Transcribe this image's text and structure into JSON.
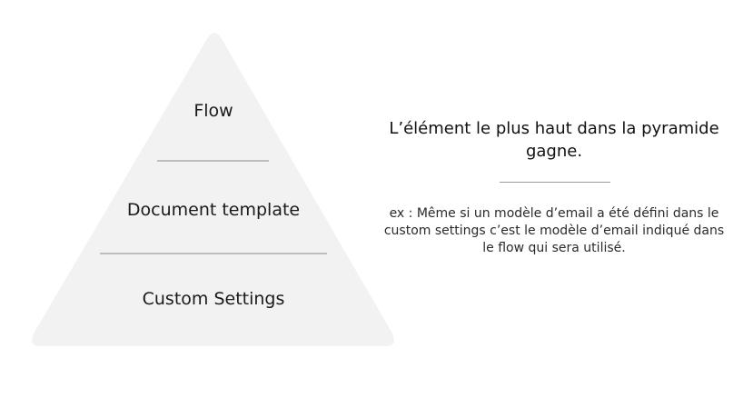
{
  "pyramid": {
    "fill_color": "#f2f2f2",
    "divider_color": "#8a8a8a",
    "tiers": [
      {
        "label": "Flow"
      },
      {
        "label": "Document template"
      },
      {
        "label": "Custom Settings"
      }
    ]
  },
  "side_panel": {
    "headline": "L’élément le plus haut dans la pyramide gagne.",
    "example": "ex : Même si un modèle d’email a été défini dans le custom settings c’est le modèle d’email indiqué dans le flow qui sera utilisé."
  }
}
